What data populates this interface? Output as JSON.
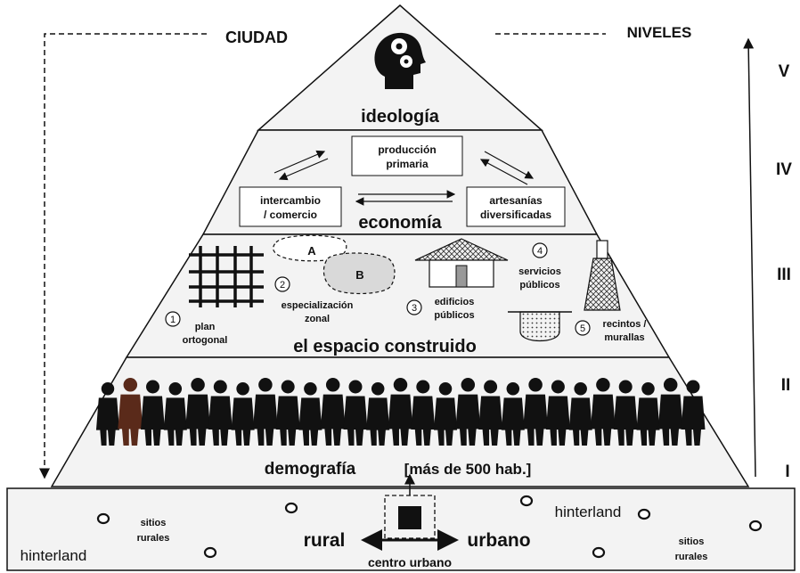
{
  "header": {
    "ciudad": "CIUDAD",
    "niveles": "NIVELES"
  },
  "levels": [
    "V",
    "IV",
    "III",
    "II",
    "I"
  ],
  "tier5": {
    "title": "ideología"
  },
  "tier4": {
    "title": "economía",
    "box_top_line1": "producción",
    "box_top_line2": "primaria",
    "box_left_line1": "intercambio",
    "box_left_line2": "/ comercio",
    "box_right_line1": "artesanías",
    "box_right_line2": "diversificadas"
  },
  "tier3": {
    "title": "el espacio construido",
    "n1": "1",
    "plan_line1": "plan",
    "plan_line2": "ortogonal",
    "n2": "2",
    "zone_line1": "especialización",
    "zone_line2": "zonal",
    "zone_a": "A",
    "zone_b": "B",
    "n3": "3",
    "edif_line1": "edificios",
    "edif_line2": "públicos",
    "n4": "4",
    "serv_line1": "servicios",
    "serv_line2": "públicos",
    "n5": "5",
    "rec_line1": "recintos /",
    "rec_line2": "murallas"
  },
  "tier2": {
    "title": "demografía",
    "note": "[más de 500 hab.]"
  },
  "base": {
    "hinterland_left": "hinterland",
    "hinterland_right": "hinterland",
    "sitios_left_line1": "sitios",
    "sitios_left_line2": "rurales",
    "sitios_right_line1": "sitios",
    "sitios_right_line2": "rurales",
    "rural": "rural",
    "urbano": "urbano",
    "centro": "centro urbano"
  },
  "colors": {
    "tier_fill": "#f3f3f3",
    "base_fill": "#f3f3f3",
    "zone_b_fill": "#d9d9d9",
    "silhouette": "#111111",
    "highlight_figure": "#5a2a1a"
  },
  "icons": [
    "head-gears-icon",
    "grid-icon",
    "house-icon",
    "tower-icon",
    "cistern-icon"
  ]
}
